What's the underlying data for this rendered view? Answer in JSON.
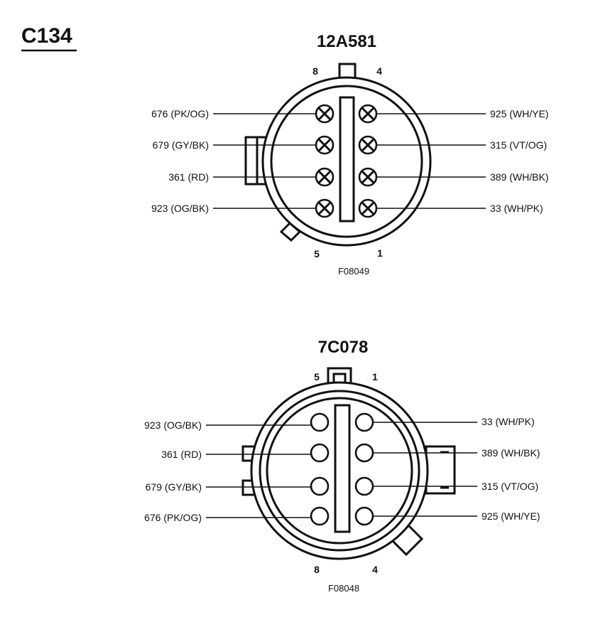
{
  "connector_id": "C134",
  "top": {
    "part_number": "12A581",
    "figure_code": "F08049",
    "pin_numbers": {
      "top_left": "8",
      "top_right": "4",
      "bottom_left": "5",
      "bottom_right": "1"
    },
    "left_wires": [
      "676 (PK/OG)",
      "679 (GY/BK)",
      "361 (RD)",
      "923 (OG/BK)"
    ],
    "right_wires": [
      "925 (WH/YE)",
      "315 (VT/OG)",
      "389 (WH/BK)",
      "33 (WH/PK)"
    ]
  },
  "bottom": {
    "part_number": "7C078",
    "figure_code": "F08048",
    "pin_numbers": {
      "top_left": "5",
      "top_right": "1",
      "bottom_left": "8",
      "bottom_right": "4"
    },
    "left_wires": [
      "923 (OG/BK)",
      "361 (RD)",
      "679 (GY/BK)",
      "676 (PK/OG)"
    ],
    "right_wires": [
      "33 (WH/PK)",
      "389 (WH/BK)",
      "315 (VT/OG)",
      "925 (WH/YE)"
    ]
  }
}
